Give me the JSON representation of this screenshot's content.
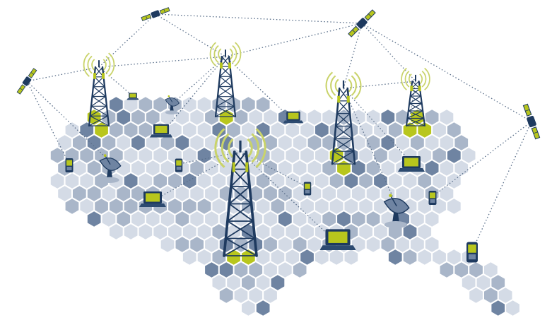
{
  "colors": {
    "background": "#ffffff",
    "hex_light": "#d4dbe6",
    "hex_mid": "#a9b6c9",
    "hex_dark": "#6f84a2",
    "accent_green": "#b8c61d",
    "tower_navy": "#1e3a5f",
    "link_dots": "#5a6f8a",
    "signal_waves": "#c9d36a"
  },
  "elements": {
    "map": "hexagonal-cell-map",
    "towers": [
      "cell-tower",
      "cell-tower",
      "cell-tower",
      "cell-tower",
      "cell-tower"
    ],
    "satellites": [
      "satellite",
      "satellite",
      "satellite",
      "satellite"
    ],
    "devices": [
      "laptop",
      "laptop",
      "laptop",
      "laptop",
      "laptop",
      "laptop",
      "mobile-phone",
      "mobile-phone",
      "mobile-phone",
      "mobile-phone",
      "mobile-phone"
    ],
    "dishes": [
      "satellite-dish",
      "satellite-dish",
      "satellite-dish"
    ]
  }
}
